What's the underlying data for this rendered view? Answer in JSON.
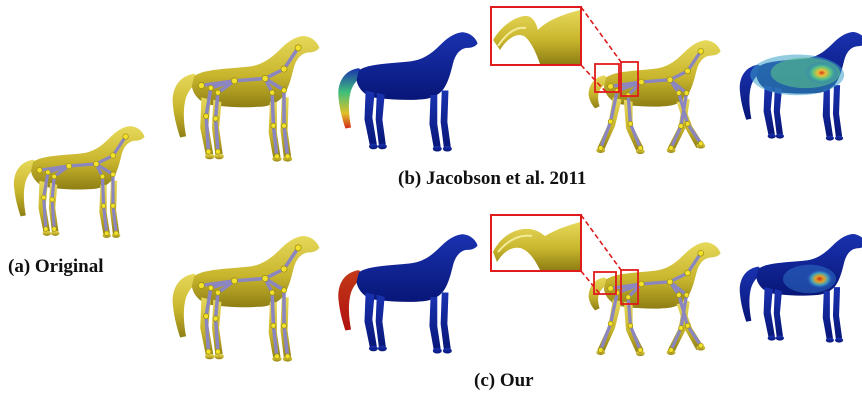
{
  "captions": {
    "original": "(a) Original",
    "jacobson": "(b) Jacobson et al. 2011",
    "ours": "(c) Our"
  },
  "colors": {
    "mesh_gold": "#c9b62e",
    "mesh_gold_dark": "#8f7f14",
    "mesh_gold_light": "#e6d85a",
    "bone": "#8b86c0",
    "joint": "#f2e12a",
    "heat_low": "#0b1f8f",
    "heat_mid": "#3fbf7a",
    "heat_high": "#d22a1a",
    "zoom_frame": "#e01b1b"
  },
  "icons": [
    "horse-mesh-icon",
    "skeleton-icon",
    "weight-heatmap-icon",
    "zoom-inset-icon"
  ]
}
